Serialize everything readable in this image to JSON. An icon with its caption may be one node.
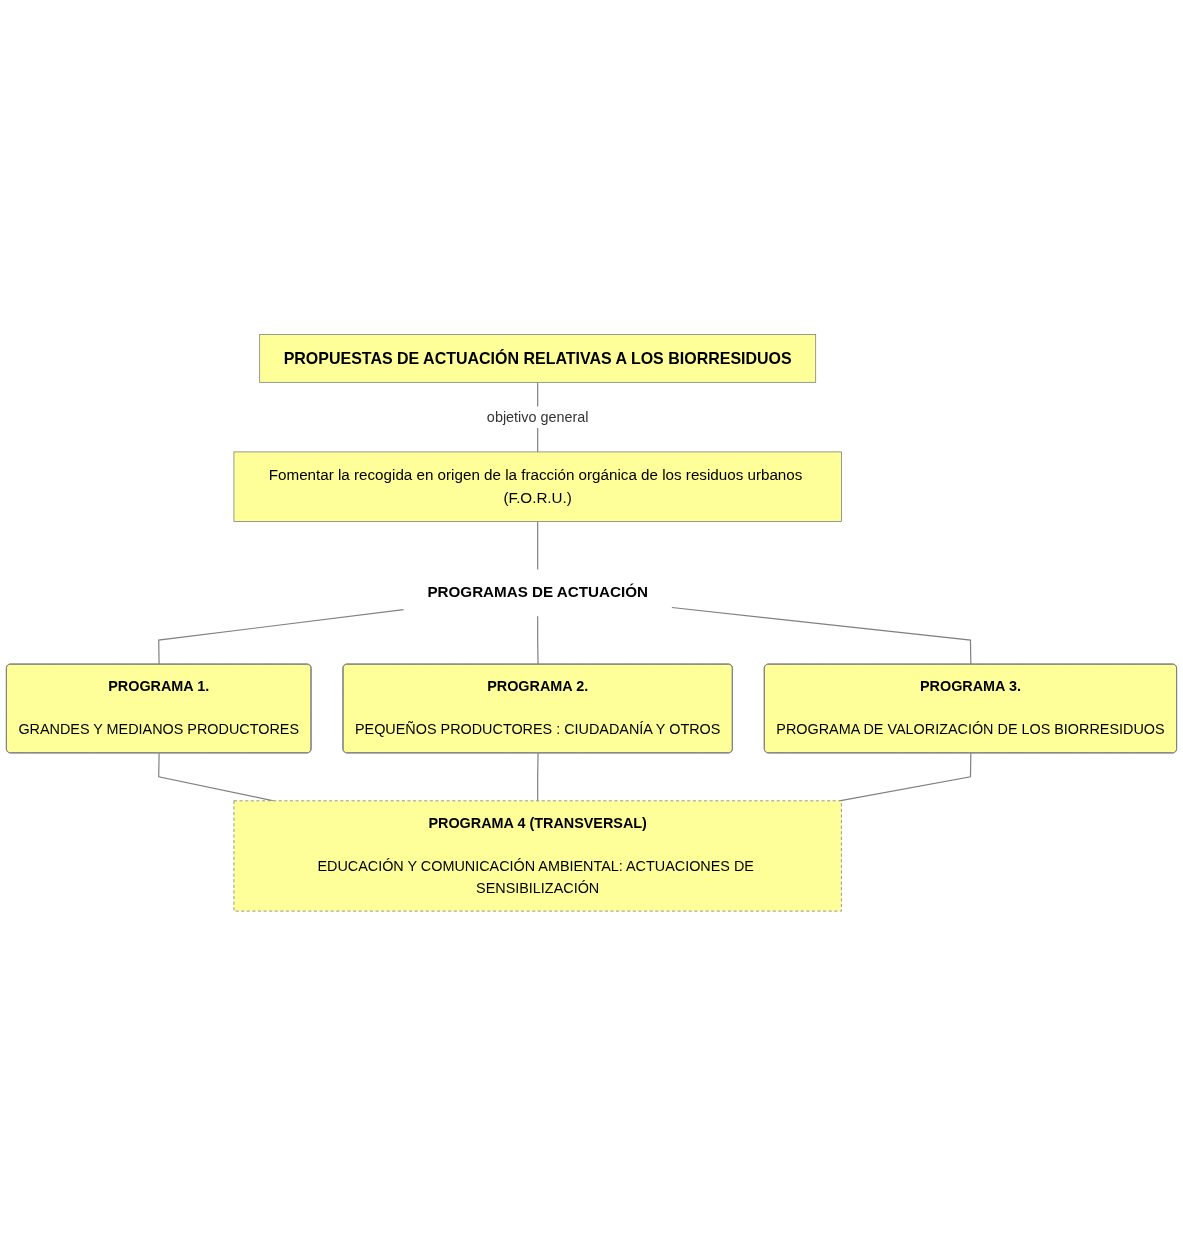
{
  "diagram": {
    "nodes": [
      {
        "text": [
          "PROPUESTAS DE ACTUACIÓN RELATIVAS A LOS BIORRESIDUOS"
        ]
      },
      {
        "text": [
          "Fomentar la recogida en origen de la fracción orgánica de los residuos urbanos (F.O.R.U.)"
        ]
      },
      {
        "text": [
          "PROGRAMAS DE ACTUACIÓN"
        ]
      },
      {
        "text": [
          "PROGRAMA 1.",
          "GRANDES Y MEDIANOS PRODUCTORES"
        ]
      },
      {
        "text": [
          "PROGRAMA 2.",
          "PEQUEÑOS PRODUCTORES : CIUDADANÍA Y OTROS"
        ]
      },
      {
        "text": [
          "PROGRAMA 3.",
          "PROGRAMA DE VALORIZACIÓN DE LOS BIORRESIDUOS"
        ]
      },
      {
        "text": [
          "PROGRAMA 4 (TRANSVERSAL)",
          "EDUCACIÓN Y COMUNICACIÓN AMBIENTAL: ACTUACIONES DE SENSIBILIZACIÓN"
        ]
      }
    ],
    "edges": [
      {
        "from": 0,
        "to": 1,
        "arrow": "none",
        "label": "objetivo general"
      },
      {
        "from": 1,
        "to": 2,
        "arrow": "none"
      },
      {
        "from": 2,
        "to": 3,
        "arrow": "none"
      },
      {
        "from": 2,
        "to": 4,
        "arrow": "none"
      },
      {
        "from": 2,
        "to": 5,
        "arrow": "none"
      },
      {
        "from": 3,
        "to": 6,
        "arrow": "none"
      },
      {
        "from": 4,
        "to": 6,
        "arrow": "none"
      },
      {
        "from": 5,
        "to": 6,
        "arrow": "none"
      }
    ]
  }
}
